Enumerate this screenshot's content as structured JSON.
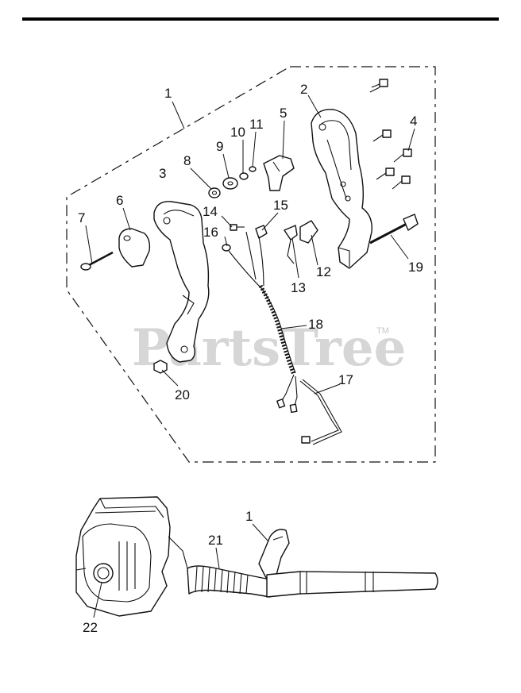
{
  "watermark": {
    "text": "PartsTree",
    "tm": "TM"
  },
  "callouts": [
    {
      "id": "c1",
      "text": "1"
    },
    {
      "id": "c2",
      "text": "2"
    },
    {
      "id": "c3",
      "text": "3"
    },
    {
      "id": "c4",
      "text": "4"
    },
    {
      "id": "c5",
      "text": "5"
    },
    {
      "id": "c6",
      "text": "6"
    },
    {
      "id": "c7",
      "text": "7"
    },
    {
      "id": "c8",
      "text": "8"
    },
    {
      "id": "c9",
      "text": "9"
    },
    {
      "id": "c10",
      "text": "10"
    },
    {
      "id": "c11",
      "text": "11"
    },
    {
      "id": "c12",
      "text": "12"
    },
    {
      "id": "c13",
      "text": "13"
    },
    {
      "id": "c14",
      "text": "14"
    },
    {
      "id": "c15",
      "text": "15"
    },
    {
      "id": "c16",
      "text": "16"
    },
    {
      "id": "c17",
      "text": "17"
    },
    {
      "id": "c18",
      "text": "18"
    },
    {
      "id": "c19",
      "text": "19"
    },
    {
      "id": "c20",
      "text": "20"
    },
    {
      "id": "c1b",
      "text": "1"
    },
    {
      "id": "c21",
      "text": "21"
    },
    {
      "id": "c22",
      "text": "22"
    }
  ]
}
